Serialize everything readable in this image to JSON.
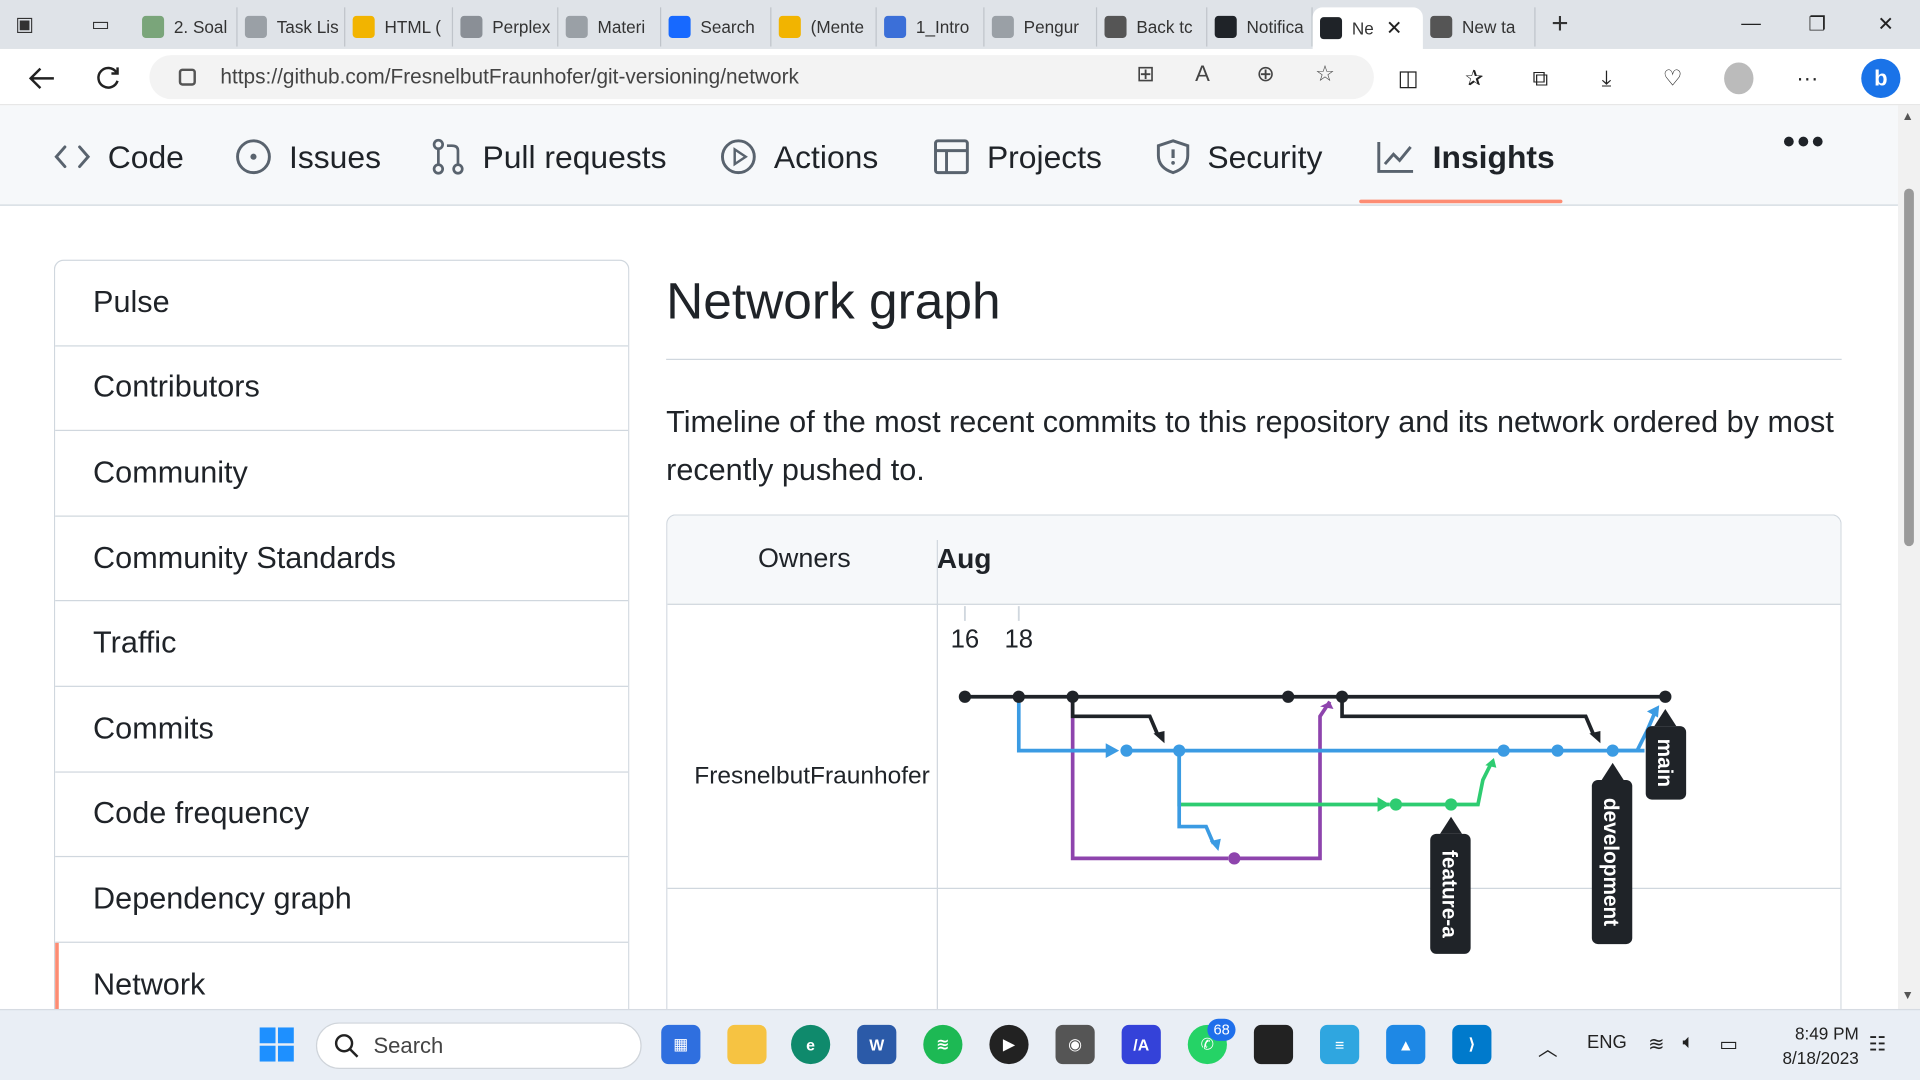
{
  "browser": {
    "tabs": [
      {
        "label": "2. Soal",
        "color": "#7aa57a"
      },
      {
        "label": "Task Lis",
        "color": "#9aa0a6"
      },
      {
        "label": "HTML (",
        "color": "#f2b400"
      },
      {
        "label": "Perplex",
        "color": "#8a8f96"
      },
      {
        "label": "Materi",
        "color": "#9aa0a6"
      },
      {
        "label": "Search",
        "color": "#1769ff"
      },
      {
        "label": "(Mente",
        "color": "#f2b400"
      },
      {
        "label": "1_Intro",
        "color": "#3b6fd8"
      },
      {
        "label": "Pengur",
        "color": "#9aa0a6"
      },
      {
        "label": "Back tc",
        "color": "#555555"
      },
      {
        "label": "Notifica",
        "color": "#1f2328"
      },
      {
        "label": "Ne",
        "color": "#1f2328",
        "active": true
      },
      {
        "label": "New ta",
        "color": "#555555"
      }
    ],
    "url": "https://github.com/FresnelbutFraunhofer/git-versioning/network"
  },
  "repo_nav": {
    "items": [
      {
        "label": "Code",
        "icon": "code-icon"
      },
      {
        "label": "Issues",
        "icon": "issue-opened-icon"
      },
      {
        "label": "Pull requests",
        "icon": "git-pull-request-icon"
      },
      {
        "label": "Actions",
        "icon": "play-icon"
      },
      {
        "label": "Projects",
        "icon": "table-icon"
      },
      {
        "label": "Security",
        "icon": "shield-icon"
      },
      {
        "label": "Insights",
        "icon": "graph-icon",
        "active": true
      }
    ],
    "more": "•••"
  },
  "sidebar": {
    "items": [
      {
        "label": "Pulse"
      },
      {
        "label": "Contributors"
      },
      {
        "label": "Community"
      },
      {
        "label": "Community Standards"
      },
      {
        "label": "Traffic"
      },
      {
        "label": "Commits"
      },
      {
        "label": "Code frequency"
      },
      {
        "label": "Dependency graph"
      },
      {
        "label": "Network",
        "active": true
      }
    ]
  },
  "main": {
    "title": "Network graph",
    "description": "Timeline of the most recent commits to this repository and its network ordered by most recently pushed to.",
    "owners_header": "Owners",
    "month_header": "Aug",
    "days": [
      "16",
      "18"
    ],
    "owner": "FresnelbutFraunhofer",
    "branches": [
      "main",
      "development",
      "feature-a"
    ],
    "branch_colors": {
      "main": "#1f2328",
      "development": "#3b9be3",
      "feature-a": "#2ecc71",
      "other": "#8e44ad"
    }
  },
  "taskbar": {
    "search_placeholder": "Search",
    "whatsapp_badge": "68",
    "lang": "ENG",
    "time": "8:49 PM",
    "date": "8/18/2023"
  }
}
